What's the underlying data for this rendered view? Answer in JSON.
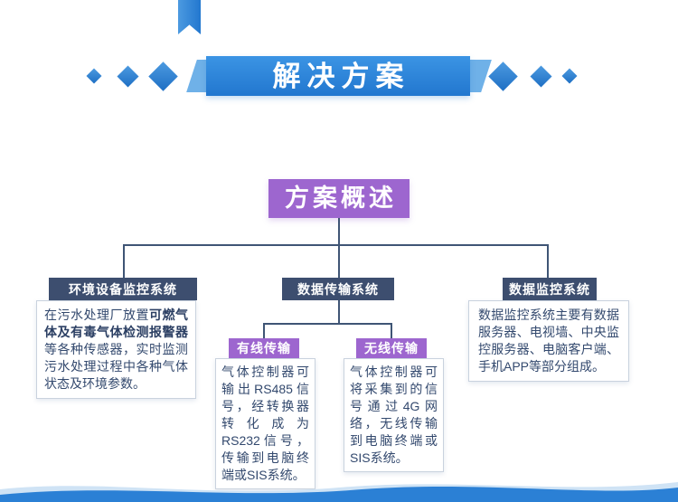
{
  "colors": {
    "banner_blue": "#2b80d5",
    "purple_accent": "#9d66cf",
    "navy_header": "#3d4e6f",
    "connector_line": "#3f5575",
    "body_text": "#33496e",
    "box_border": "#c9d2de"
  },
  "icons": {
    "diamond": "decorative blue diamond shape",
    "top_ribbon": "blue bookmark ribbon",
    "bottom_wave": "blue wave band"
  },
  "header": {
    "title": "解决方案"
  },
  "overview": {
    "title": "方案概述"
  },
  "branches": [
    {
      "title": "环境设备监控系统",
      "body_pre": "在污水处理厂放置",
      "body_bold": "可燃气体及有毒气体检测报警器",
      "body_post": "等各种传感器，实时监测污水处理过程中各种气体状态及环境参数。"
    },
    {
      "title": "数据传输系统",
      "children": [
        {
          "title": "有线传输",
          "body": "气体控制器可输出RS485信号，经转换器转化成为RS232信号，传输到电脑终端或SIS系统。"
        },
        {
          "title": "无线传输",
          "body": "气体控制器可将采集到的信号通过4G网络，无线传输到电脑终端或SIS系统。"
        }
      ]
    },
    {
      "title": "数据监控系统",
      "body": "数据监控系统主要有数据服务器、电视墙、中央监控服务器、电脑客户端、手机APP等部分组成。"
    }
  ]
}
